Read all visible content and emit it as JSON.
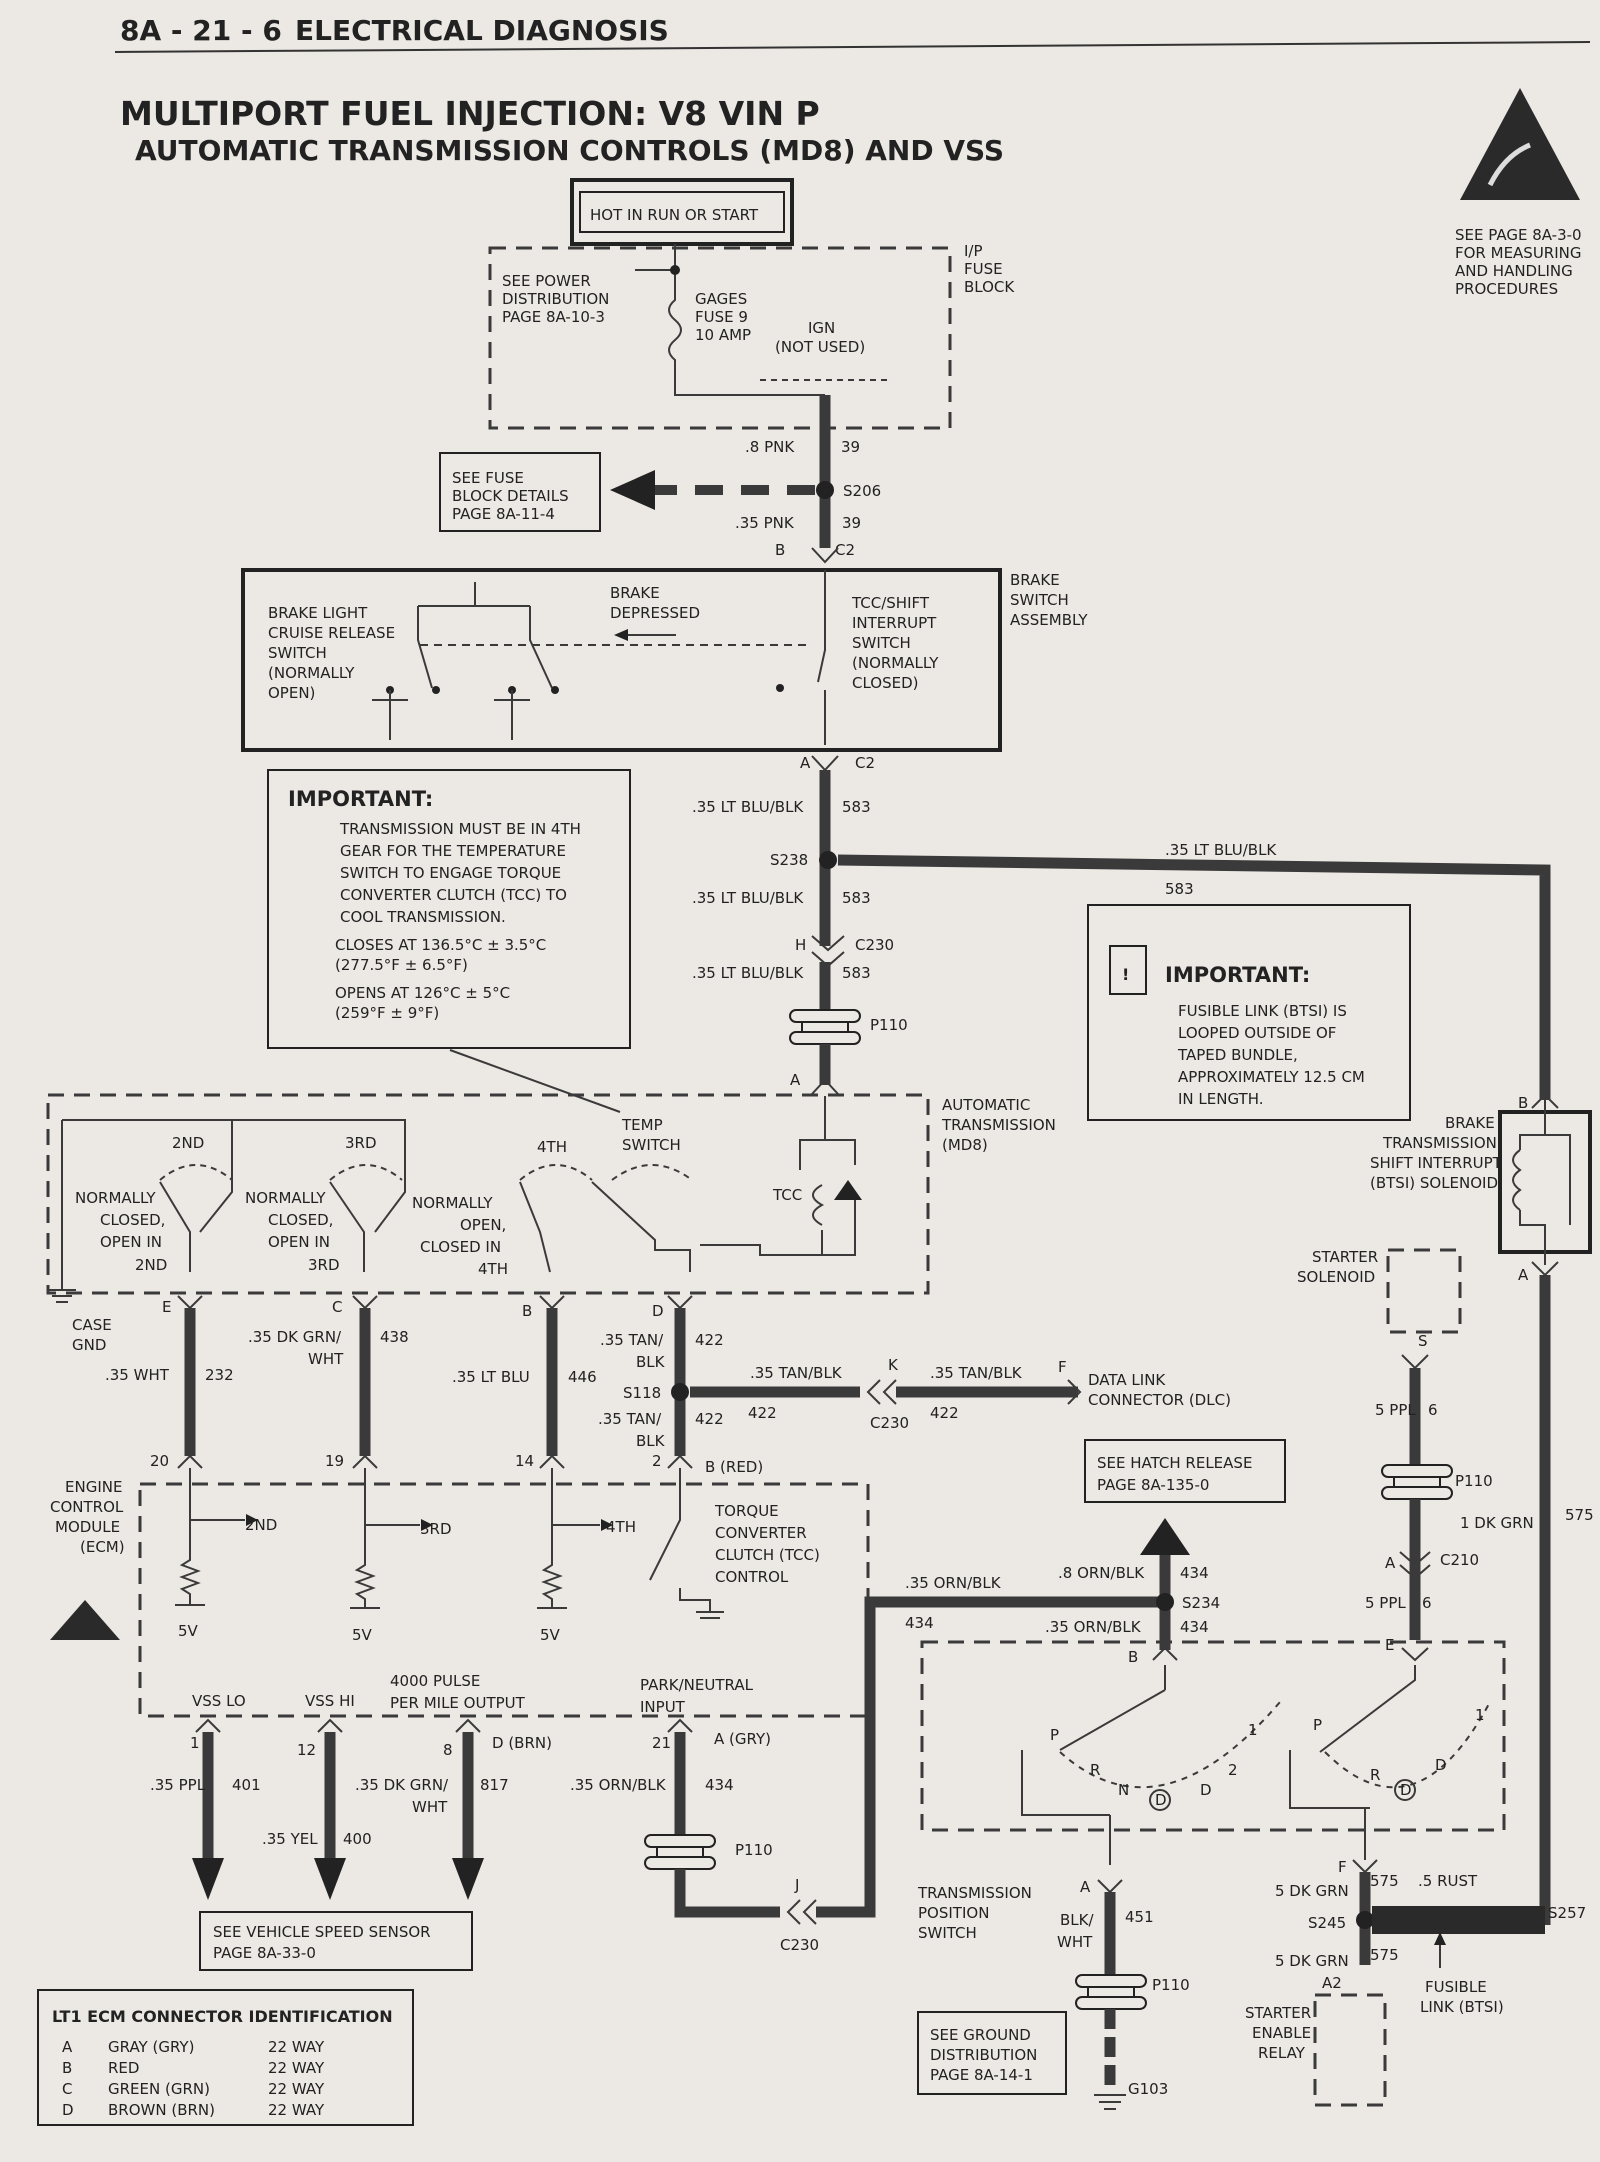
{
  "header": {
    "page_ref": "8A - 21 - 6",
    "section": "ELECTRICAL DIAGNOSIS"
  },
  "title": {
    "line1": "MULTIPORT FUEL INJECTION:  V8  VIN P",
    "line2": "AUTOMATIC TRANSMISSION CONTROLS (MD8) AND VSS"
  },
  "esd_note": {
    "lines": [
      "SEE PAGE 8A-3-0",
      "FOR MEASURING",
      "AND HANDLING",
      "PROCEDURES"
    ]
  },
  "power": {
    "hot_label": "HOT IN RUN OR START",
    "see_power_dist": [
      "SEE POWER",
      "DISTRIBUTION",
      "PAGE 8A-10-3"
    ],
    "fuse_block": [
      "I/P",
      "FUSE",
      "BLOCK"
    ],
    "gages_fuse": [
      "GAGES",
      "FUSE 9",
      "10 AMP"
    ],
    "ign": [
      "IGN",
      "(NOT USED)"
    ],
    "see_fuse_block": [
      "SEE FUSE",
      "BLOCK DETAILS",
      "PAGE 8A-11-4"
    ]
  },
  "wires": {
    "w1_gauge": ".8 PNK",
    "w1_circuit": "39",
    "s206": "S206",
    "w2_gauge": ".35 PNK",
    "w2_circuit": "39",
    "c2_top_pin": "B",
    "c2_top": "C2",
    "c2_bot_pin": "A",
    "c2_bot": "C2",
    "w3_gauge": ".35 LT BLU/BLK",
    "w3_circuit": "583",
    "s238": "S238",
    "w4_gauge": ".35 LT BLU/BLK",
    "w4_circuit": "583",
    "c230_pin": "H",
    "c230": "C230",
    "w5_gauge": ".35 LT BLU/BLK",
    "w5_circuit": "583",
    "p110": "P110",
    "trans_pin": "A",
    "right_gauge": ".35 LT BLU/BLK",
    "right_circuit": "583"
  },
  "brake_switch": {
    "assembly": [
      "BRAKE",
      "SWITCH",
      "ASSEMBLY"
    ],
    "left_switch": [
      "BRAKE LIGHT",
      "CRUISE RELEASE",
      "SWITCH",
      "(NORMALLY",
      "OPEN)"
    ],
    "depressed": [
      "BRAKE",
      "DEPRESSED"
    ],
    "tcc_switch": [
      "TCC/SHIFT",
      "INTERRUPT",
      "SWITCH",
      "(NORMALLY",
      "CLOSED)"
    ]
  },
  "important1": {
    "heading": "IMPORTANT:",
    "lines": [
      "TRANSMISSION MUST BE IN 4TH",
      "GEAR FOR THE TEMPERATURE",
      "SWITCH TO ENGAGE TORQUE",
      "CONVERTER CLUTCH (TCC) TO",
      "COOL TRANSMISSION.",
      "CLOSES AT 136.5°C ± 3.5°C",
      "(277.5°F ± 6.5°F)",
      "OPENS AT 126°C ± 5°C",
      "(259°F  ±  9°F)"
    ]
  },
  "important2": {
    "heading": "IMPORTANT:",
    "lines": [
      "FUSIBLE LINK (BTSI) IS",
      "LOOPED OUTSIDE OF",
      "TAPED BUNDLE,",
      "APPROXIMATELY 12.5 CM",
      "IN LENGTH."
    ]
  },
  "auto_trans": {
    "label": [
      "AUTOMATIC",
      "TRANSMISSION",
      "(MD8)"
    ],
    "temp_switch": [
      "TEMP",
      "SWITCH"
    ],
    "tcc": "TCC",
    "g2": "2ND",
    "g3": "3RD",
    "g4": "4TH",
    "nc2": [
      "NORMALLY",
      "CLOSED,",
      "OPEN IN",
      "2ND"
    ],
    "nc3": [
      "NORMALLY",
      "CLOSED,",
      "OPEN IN",
      "3RD"
    ],
    "no4": [
      "NORMALLY",
      "OPEN,",
      "CLOSED IN",
      "4TH"
    ],
    "case_gnd": [
      "CASE",
      "GND"
    ],
    "pins": [
      "E",
      "C",
      "B",
      "D"
    ]
  },
  "mid_wires": {
    "e_gauge": ".35 WHT",
    "e_circuit": "232",
    "c_gauge": ".35 DK GRN/",
    "c_gauge2": "WHT",
    "c_circuit": "438",
    "b_gauge": ".35 LT BLU",
    "b_circuit": "446",
    "d_gauge": ".35 TAN/",
    "d_gauge2": "BLK",
    "d_circuit": "422",
    "s118": "S118",
    "s118_right": ".35 TAN/BLK",
    "s118_right_circuit": "422",
    "k_pin": "K",
    "c230_k": "C230",
    "dlc_gauge": ".35 TAN/BLK",
    "dlc_circuit": "422",
    "dlc_pin": "F",
    "dlc": [
      "DATA LINK",
      "CONNECTOR (DLC)"
    ],
    "d2_gauge": ".35 TAN/",
    "d2_gauge2": "BLK",
    "d2_circuit": "422"
  },
  "ecm": {
    "label": [
      "ENGINE",
      "CONTROL",
      "MODULE",
      "(ECM)"
    ],
    "pins_top": [
      "20",
      "19",
      "14",
      "2"
    ],
    "b_red": "B (RED)",
    "g2": "2ND",
    "g3": "3RD",
    "g4": "4TH",
    "v5": "5V",
    "tcc": [
      "TORQUE",
      "CONVERTER",
      "CLUTCH (TCC)",
      "CONTROL"
    ],
    "vss_lo": "VSS LO",
    "vss_hi": "VSS HI",
    "pulse": [
      "4000 PULSE",
      "PER MILE OUTPUT"
    ],
    "park": [
      "PARK/NEUTRAL",
      "INPUT"
    ],
    "pins_bottom": [
      "1",
      "12",
      "8",
      "21"
    ],
    "d_brn": "D  (BRN)",
    "a_gry": "A  (GRY)"
  },
  "bottom_wires": {
    "b1_gauge": ".35 PPL",
    "b1_circuit": "401",
    "b2_gauge": ".35 YEL",
    "b2_circuit": "400",
    "b3_gauge": ".35 DK GRN/",
    "b3_gauge2": "WHT",
    "b3_circuit": "817",
    "b4_gauge": ".35 ORN/BLK",
    "b4_circuit": "434",
    "p110": "P110",
    "j_pin": "J",
    "c230": "C230",
    "see_vss": [
      "SEE VEHICLE SPEED SENSOR",
      "PAGE 8A-33-0"
    ]
  },
  "connector_id": {
    "title": "LT1  ECM CONNECTOR IDENTIFICATION",
    "rows": [
      {
        "pin": "A",
        "color": "GRAY (GRY)",
        "way": "22 WAY"
      },
      {
        "pin": "B",
        "color": "RED",
        "way": "22 WAY"
      },
      {
        "pin": "C",
        "color": "GREEN (GRN)",
        "way": "22 WAY"
      },
      {
        "pin": "D",
        "color": "BROWN (BRN)",
        "way": "22 WAY"
      }
    ]
  },
  "right_side": {
    "hatch": [
      "SEE HATCH RELEASE",
      "PAGE 8A-135-0"
    ],
    "orn1_gauge": ".35 ORN/BLK",
    "orn1_circuit": "434",
    "orn2_gauge": ".8 ORN/BLK",
    "orn2_circuit": "434",
    "s234": "S234",
    "orn3_gauge": ".35 ORN/BLK",
    "orn3_circuit": "434",
    "b_pin": "B",
    "btsi": [
      "BRAKE",
      "TRANSMISSION",
      "SHIFT INTERRUPT",
      "(BTSI) SOLENOID"
    ],
    "btsi_b": "B",
    "btsi_a": "A",
    "starter_sol": [
      "STARTER",
      "SOLENOID"
    ],
    "s_pin": "S",
    "ppl_gauge": "5 PPL",
    "ppl_circuit": "6",
    "p110": "P110",
    "grn_gauge": "1 DK GRN",
    "grn_circuit": "575",
    "a_pin": "A",
    "c210": "C210",
    "ppl2_gauge": "5 PPL",
    "ppl2_circuit": "6",
    "e_pin": "E",
    "tps": [
      "TRANSMISSION",
      "POSITION",
      "SWITCH"
    ],
    "tps_a": "A",
    "blk_wht": [
      "BLK/",
      "WHT"
    ],
    "blk_circuit": "451",
    "p110b": "P110",
    "g103": "G103",
    "see_ground": [
      "SEE GROUND",
      "DISTRIBUTION",
      "PAGE 8A-14-1"
    ],
    "f_pin": "F",
    "dk_grn1": "5 DK GRN",
    "dk_grn1_c": "575",
    "rust": ".5 RUST",
    "s245": "S245",
    "dk_grn2": "5 DK GRN",
    "dk_grn2_c": "575",
    "a2": "A2",
    "s257": "S257",
    "fusible": [
      "FUSIBLE",
      "LINK (BTSI)"
    ],
    "starter_relay": [
      "STARTER",
      "ENABLE",
      "RELAY"
    ],
    "gear_letters": [
      "P",
      "R",
      "N",
      "D",
      "D",
      "1",
      "2"
    ]
  }
}
